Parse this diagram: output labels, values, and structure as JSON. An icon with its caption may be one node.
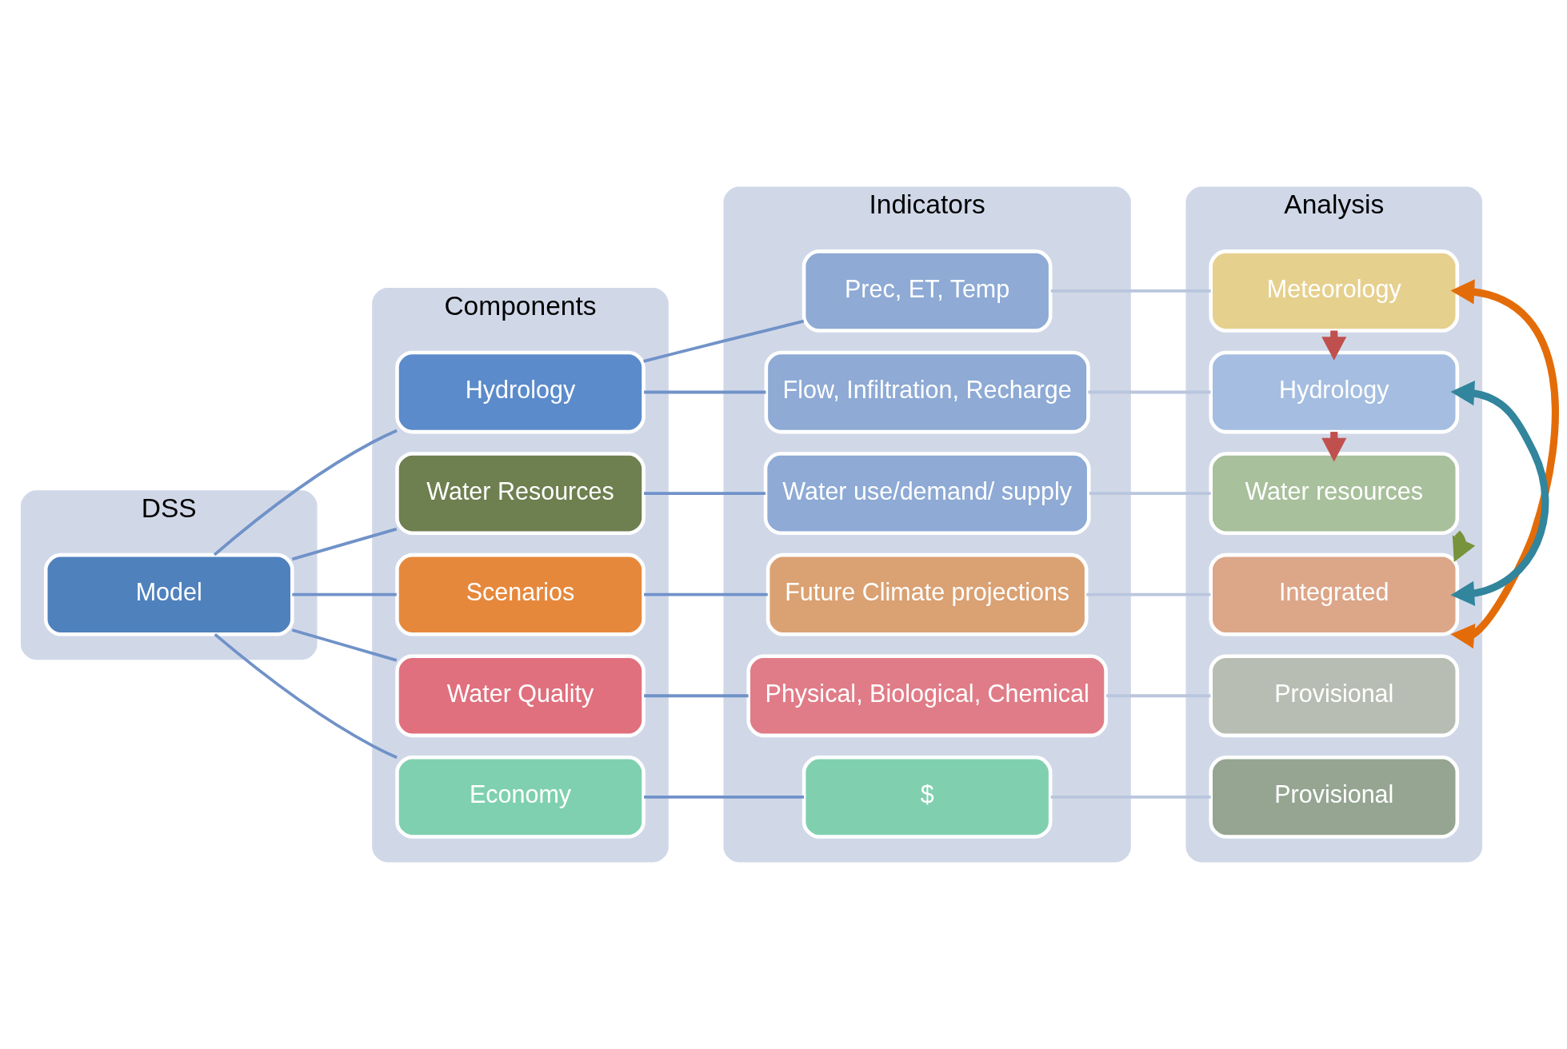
{
  "diagram": {
    "nodes": [
      {
        "text": [
          "DSS"
        ]
      },
      {
        "text": [
          "Components"
        ]
      },
      {
        "text": [
          "Indicators"
        ]
      },
      {
        "text": [
          "Analysis"
        ]
      },
      {
        "text": [
          "Model"
        ],
        "in": 0
      },
      {
        "text": [
          "Hydrology"
        ],
        "in": 1
      },
      {
        "text": [
          "Water Resources"
        ],
        "in": 1
      },
      {
        "text": [
          "Scenarios"
        ],
        "in": 1
      },
      {
        "text": [
          "Water Quality"
        ],
        "in": 1
      },
      {
        "text": [
          "Economy"
        ],
        "in": 1
      },
      {
        "text": [
          "Prec, ET, Temp"
        ],
        "in": 2
      },
      {
        "text": [
          "Flow, Infiltration, Recharge"
        ],
        "in": 2
      },
      {
        "text": [
          "Water use/demand/ supply"
        ],
        "in": 2
      },
      {
        "text": [
          "Future Climate projections"
        ],
        "in": 2
      },
      {
        "text": [
          "Physical, Biological, Chemical"
        ],
        "in": 2
      },
      {
        "text": [
          "$"
        ],
        "in": 2
      },
      {
        "text": [
          "Meteorology"
        ],
        "in": 3
      },
      {
        "text": [
          "Hydrology"
        ],
        "in": 3
      },
      {
        "text": [
          "Water resources"
        ],
        "in": 3
      },
      {
        "text": [
          "Integrated"
        ],
        "in": 3
      },
      {
        "text": [
          "Provisional"
        ],
        "in": 3
      },
      {
        "text": [
          "Provisional"
        ],
        "in": 3
      }
    ],
    "edges": [
      {
        "from": 4,
        "to": 5,
        "arrow": "none"
      },
      {
        "from": 4,
        "to": 6,
        "arrow": "none"
      },
      {
        "from": 4,
        "to": 7,
        "arrow": "none"
      },
      {
        "from": 4,
        "to": 8,
        "arrow": "none"
      },
      {
        "from": 4,
        "to": 9,
        "arrow": "none"
      },
      {
        "from": 5,
        "to": 10,
        "arrow": "none"
      },
      {
        "from": 5,
        "to": 11,
        "arrow": "none"
      },
      {
        "from": 6,
        "to": 12,
        "arrow": "none"
      },
      {
        "from": 7,
        "to": 13,
        "arrow": "none"
      },
      {
        "from": 8,
        "to": 14,
        "arrow": "none"
      },
      {
        "from": 9,
        "to": 15,
        "arrow": "none"
      },
      {
        "from": 10,
        "to": 16,
        "arrow": "none",
        "color": "#b9c6dd"
      },
      {
        "from": 11,
        "to": 17,
        "arrow": "none",
        "color": "#b9c6dd"
      },
      {
        "from": 12,
        "to": 18,
        "arrow": "none",
        "color": "#b9c6dd"
      },
      {
        "from": 13,
        "to": 19,
        "arrow": "none",
        "color": "#b9c6dd"
      },
      {
        "from": 14,
        "to": 20,
        "arrow": "none",
        "color": "#b9c6dd"
      },
      {
        "from": 15,
        "to": 21,
        "arrow": "none",
        "color": "#b9c6dd"
      },
      {
        "from": 16,
        "to": 17,
        "arrow": "to",
        "style": "thick",
        "color": "#c0504d"
      },
      {
        "from": 17,
        "to": 18,
        "arrow": "to",
        "style": "thick",
        "color": "#c0504d"
      },
      {
        "from": 16,
        "to": 19,
        "arrow": "both",
        "style": "thick",
        "color": "#e36c09"
      },
      {
        "from": 17,
        "to": 19,
        "arrow": "both",
        "style": "thick",
        "color": "#31859c"
      },
      {
        "from": 18,
        "to": 19,
        "arrow": "both",
        "style": "thick",
        "color": "#77933c"
      }
    ]
  }
}
